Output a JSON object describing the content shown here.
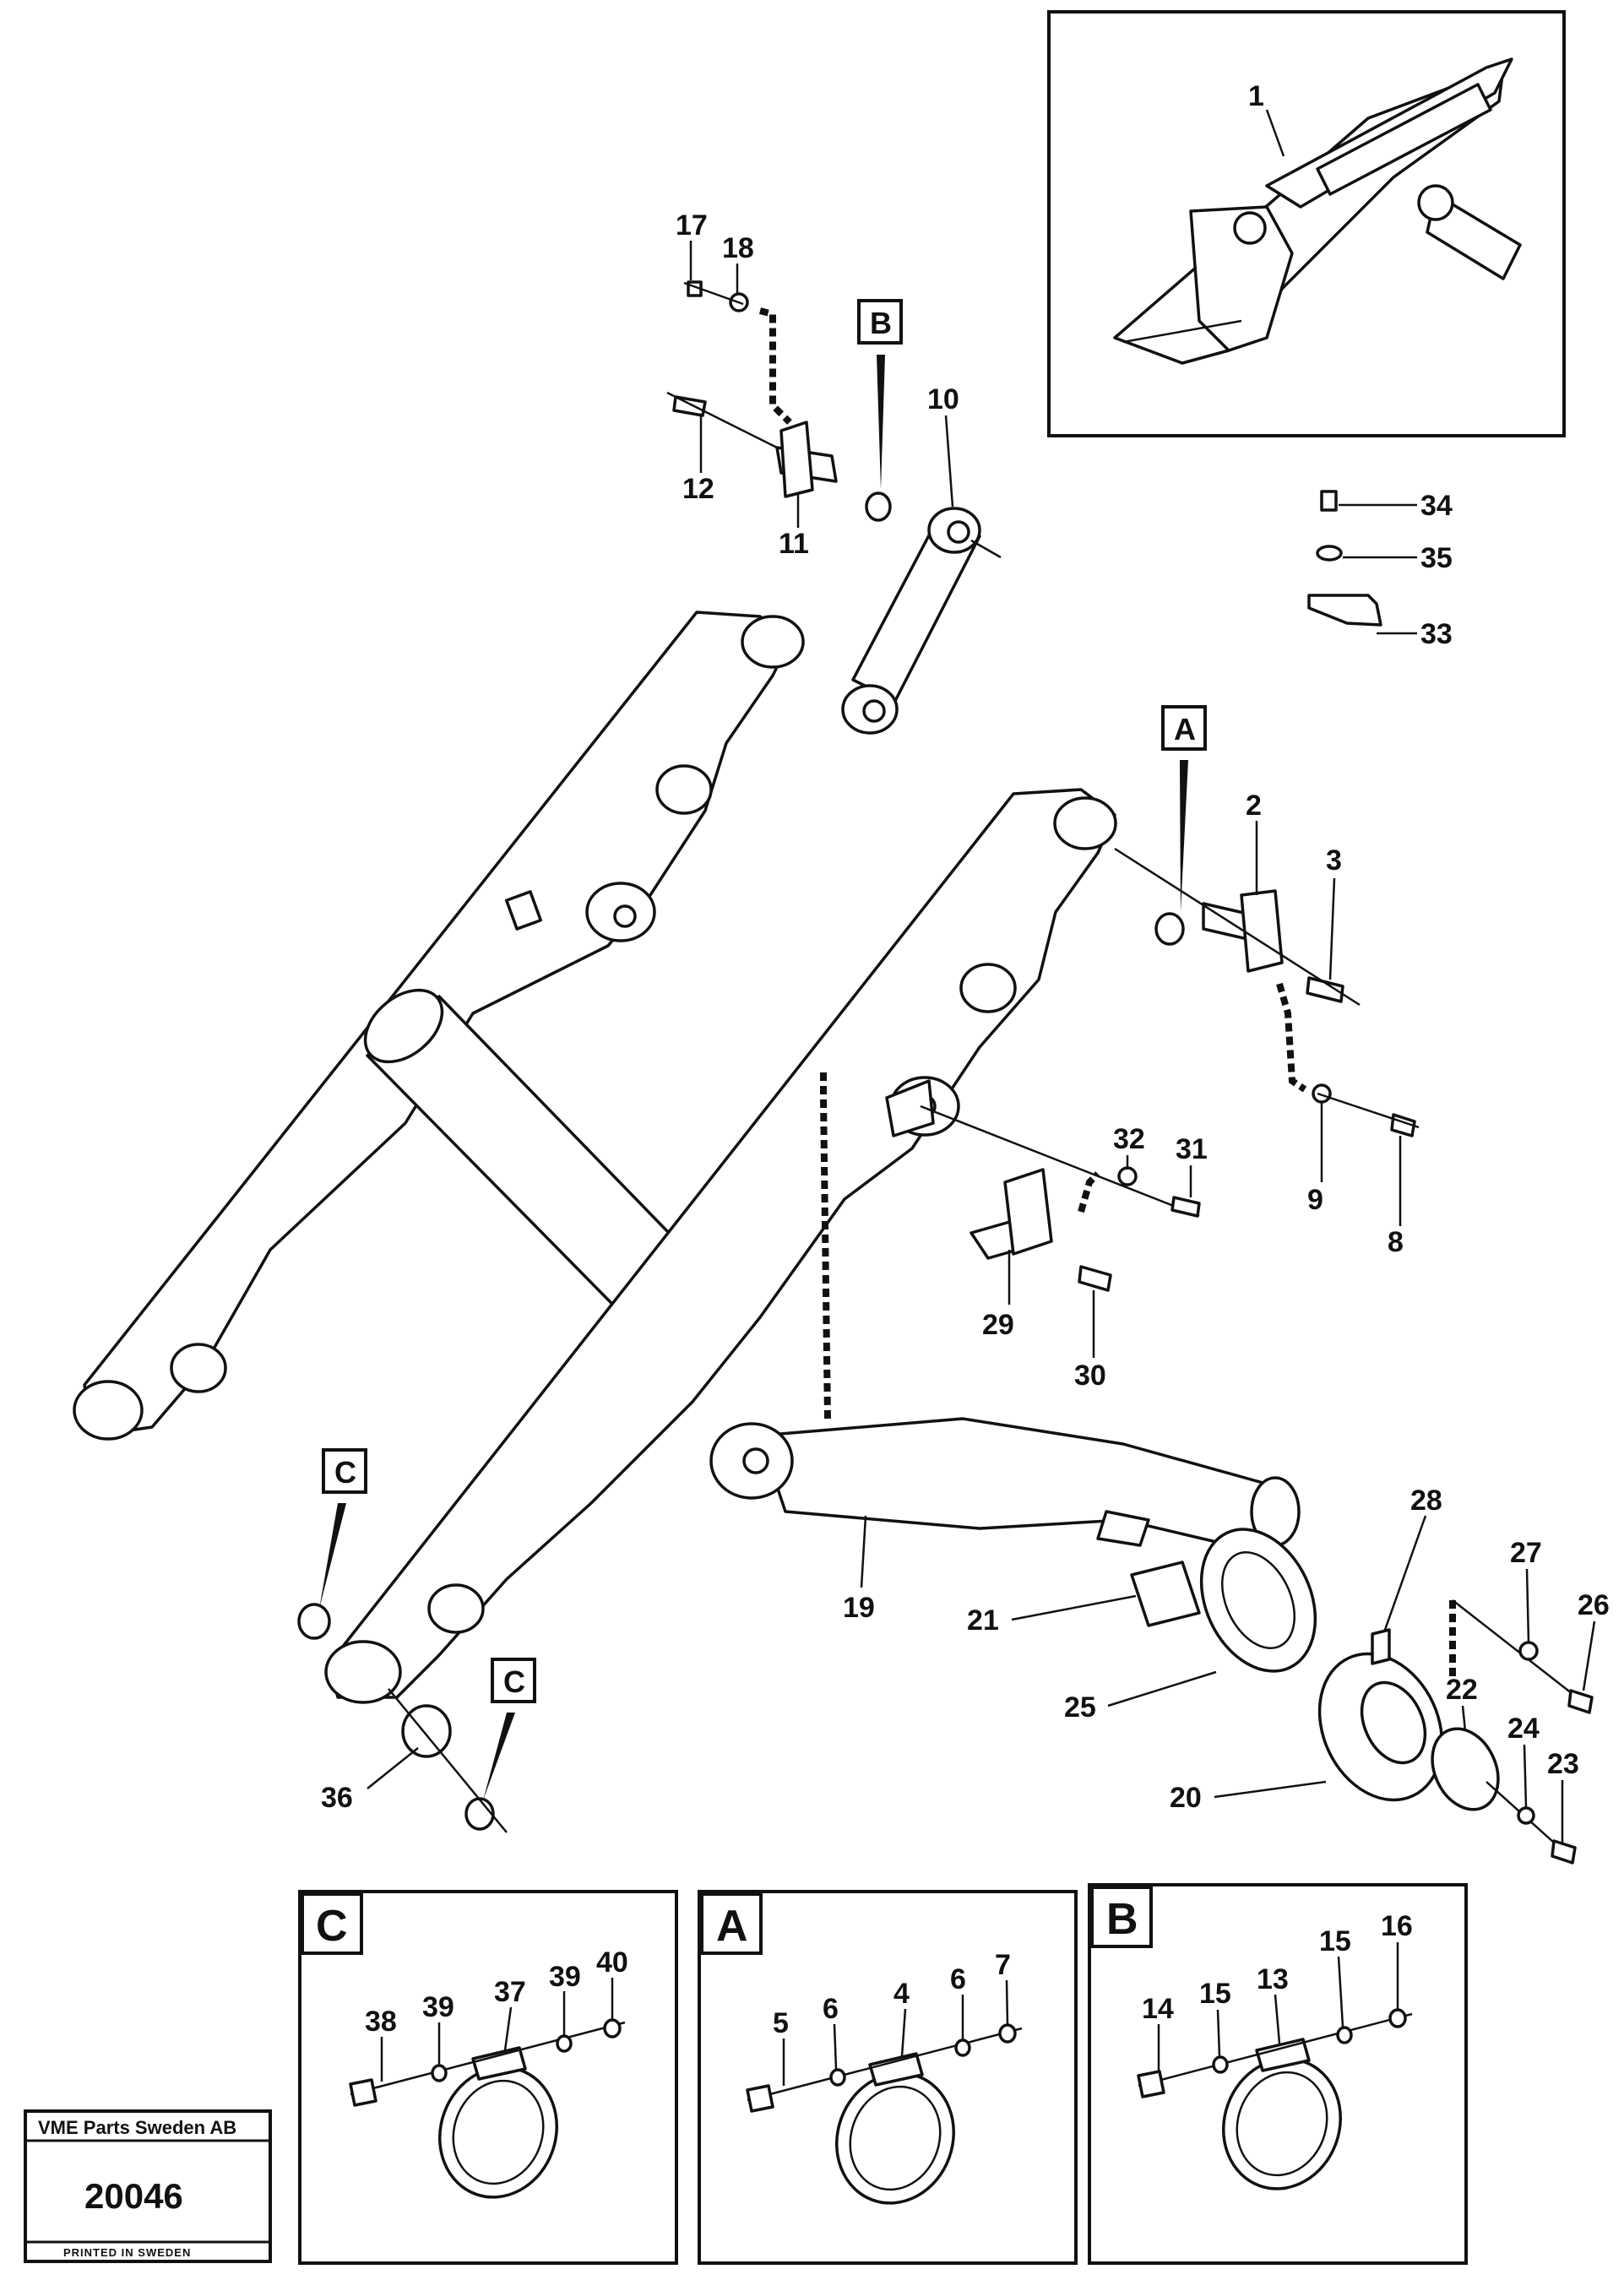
{
  "callouts": {
    "c1": "1",
    "c2": "2",
    "c3": "3",
    "c4": "4",
    "c5": "5",
    "c6a": "6",
    "c6b": "6",
    "c7": "7",
    "c8": "8",
    "c9": "9",
    "c10": "10",
    "c11": "11",
    "c12": "12",
    "c13": "13",
    "c14": "14",
    "c15a": "15",
    "c15b": "15",
    "c16": "16",
    "c17": "17",
    "c18": "18",
    "c19": "19",
    "c20": "20",
    "c21": "21",
    "c22": "22",
    "c23": "23",
    "c24": "24",
    "c25": "25",
    "c26": "26",
    "c27": "27",
    "c28": "28",
    "c29": "29",
    "c30": "30",
    "c31": "31",
    "c32": "32",
    "c33": "33",
    "c34": "34",
    "c35": "35",
    "c36": "36",
    "c37": "37",
    "c38": "38",
    "c39a": "39",
    "c39b": "39",
    "c40": "40"
  },
  "markers": {
    "a": "A",
    "b": "B",
    "c1": "C",
    "c2": "C"
  },
  "details": {
    "c": "C",
    "a": "A",
    "b": "B"
  },
  "stamp": {
    "company": "VME Parts Sweden AB",
    "number": "20046",
    "printed": "PRINTED IN SWEDEN"
  }
}
